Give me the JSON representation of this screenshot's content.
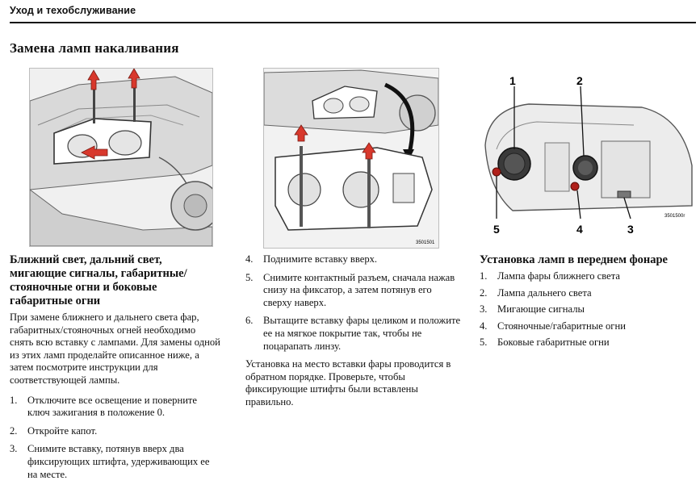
{
  "header": {
    "title": "Уход и техобслуживание"
  },
  "section": {
    "title": "Замена ламп накаливания"
  },
  "figures": {
    "fig2_code": "3501501",
    "fig3_code": "3501500r",
    "fig3_callouts": [
      "1",
      "2",
      "5",
      "4",
      "3"
    ]
  },
  "left": {
    "heading": "Ближний свет, дальний свет, мигающие сигналы, габаритные/ стояночные огни и боковые габаритные огни",
    "intro": "При замене ближнего и дальнего света фар, габаритных/стояночных огней необходимо снять всю вставку с лампами. Для замены одной из этих ламп проделайте описанное ниже, а затем посмотрите инструкции для соответствующей лампы.",
    "steps": [
      {
        "num": "1.",
        "text": "Отключите все освещение и поверните ключ зажигания в положение 0."
      },
      {
        "num": "2.",
        "text": "Откройте капот."
      },
      {
        "num": "3.",
        "text": "Снимите вставку, потянув вверх два фиксирующих штифта, удерживающих ее на месте."
      }
    ]
  },
  "middle": {
    "steps": [
      {
        "num": "4.",
        "text": "Поднимите вставку вверх."
      },
      {
        "num": "5.",
        "text": "Снимите контактный разъем, сначала нажав снизу на фиксатор, а затем потянув его сверху наверх."
      },
      {
        "num": "6.",
        "text": "Вытащите вставку фары целиком и положите ее на мягкое покрытие так, чтобы не поцарапать линзу."
      }
    ],
    "outro": "Установка на место вставки фары проводится в обратном порядке. Проверьте, чтобы фиксирующие штифты были вставлены правильно."
  },
  "right": {
    "heading": "Установка ламп в переднем фонаре",
    "items": [
      {
        "num": "1.",
        "text": "Лампа фары ближнего света"
      },
      {
        "num": "2.",
        "text": "Лампа дальнего света"
      },
      {
        "num": "3.",
        "text": "Мигающие сигналы"
      },
      {
        "num": "4.",
        "text": "Стояночные/габаритные огни"
      },
      {
        "num": "5.",
        "text": "Боковые габаритные огни"
      }
    ]
  },
  "colors": {
    "arrow_red": "#d8382c",
    "figure_bg": "#f3f3f3",
    "line": "#555555"
  }
}
